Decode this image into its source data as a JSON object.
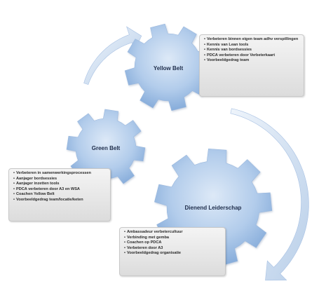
{
  "gears": {
    "yellow": {
      "title": "Yellow Belt"
    },
    "green": {
      "title": "Green Belt"
    },
    "dienend": {
      "title": "Dienend Leiderschap"
    }
  },
  "boxes": {
    "yellow": {
      "items": [
        "Verbeteren binnen eigen team adhv verspillingen",
        "Kennis van Lean tools",
        "Kennis van bordsessies",
        "PDCA verbeteren door Verbeterkaart",
        "Voorbeeldgedrag team"
      ]
    },
    "green": {
      "items": [
        "Verbeteren in samenwerkingsprocessen",
        "Aanjager bordsessies",
        "Aanjager inzetten tools",
        "PDCA verbeteren door A3 en WSA",
        "Coachen Yellow Belt",
        "Voorbeeldgedrag team/locatie/keten"
      ]
    },
    "dienend": {
      "items": [
        "Ambassadeur verbetercultuur",
        "Verbinding met gemba",
        "Coachen op PDCA",
        "Verbeteren door A3",
        "Voorbeeldgedrag organisatie"
      ]
    }
  },
  "colors": {
    "gear_light": "#d6e5f6",
    "gear_mid": "#a9c6e8",
    "gear_dark": "#7ea6d6",
    "arrow_light": "#e3edf8",
    "arrow_dark": "#b7cde8"
  }
}
